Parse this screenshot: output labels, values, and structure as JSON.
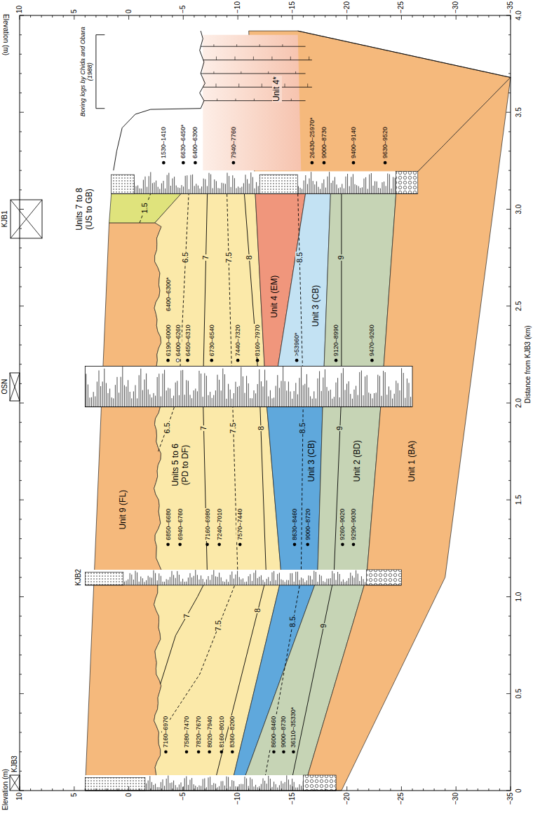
{
  "diagram": {
    "nodes": [
      {
        "text": [
          "Unit 9 (FL)"
        ]
      },
      {
        "text": [
          "Units 7 to 8 (US to GB)"
        ]
      },
      {
        "text": [
          "Units 5 to 6 (PD to DF)"
        ]
      },
      {
        "text": [
          "Unit 4 (EM)"
        ]
      },
      {
        "text": [
          "Unit 3 (CB)"
        ]
      },
      {
        "text": [
          "Unit 3 (CB)"
        ]
      },
      {
        "text": [
          "Unit 2 (BD)"
        ]
      },
      {
        "text": [
          "Unit 1 (BA)"
        ]
      },
      {
        "text": [
          "Unit 4*"
        ]
      }
    ],
    "labels": [
      "Elevation (m)",
      "Elevation (m)",
      "Distance from KJB3 (km)",
      "10",
      "5",
      "0",
      "−5",
      "−10",
      "−15",
      "−20",
      "−25",
      "−30",
      "−35",
      "10",
      "5",
      "0",
      "−5",
      "−10",
      "−15",
      "−20",
      "−25",
      "−30",
      "−35",
      "0",
      "0.5",
      "1.0",
      "1.5",
      "2.0",
      "2.5",
      "3.0",
      "3.5",
      "4.0",
      "KJB3",
      "KJB2",
      "OSN",
      "KJB1",
      "7160–6970",
      "7580–7470",
      "7820–7670",
      "8020–7940",
      "8160–8010",
      "8360–8200",
      "8600–8460",
      "9000–8730",
      "36110–35330*",
      "6850–6680",
      "6940–6760",
      "7160–6980",
      "7240–7010",
      "7570–7440",
      "8630–8460",
      "9000–8720",
      "9260–9020",
      "9290–9030",
      "6190–6000",
      "6400–6300*",
      "6400–6260",
      "6450–6310",
      "6730–6540",
      "7440–7320",
      "8160–7970",
      ">53960*",
      "9120–8990",
      "9470–9260",
      "1530–1410",
      "6630–6450*",
      "6400–6300",
      "7940–7760",
      "26430–25970*",
      "9000–8730",
      "9400–9140",
      "9630–9520",
      "7",
      "7.5",
      "8",
      "8.5",
      "9",
      "6.5",
      "7",
      "7.5",
      "8",
      "8.5",
      "9",
      "6.5",
      "7",
      "7.5",
      "8",
      "8.5",
      "9",
      "1.5",
      "Boring logs by Chida and Obara (1988)"
    ]
  }
}
